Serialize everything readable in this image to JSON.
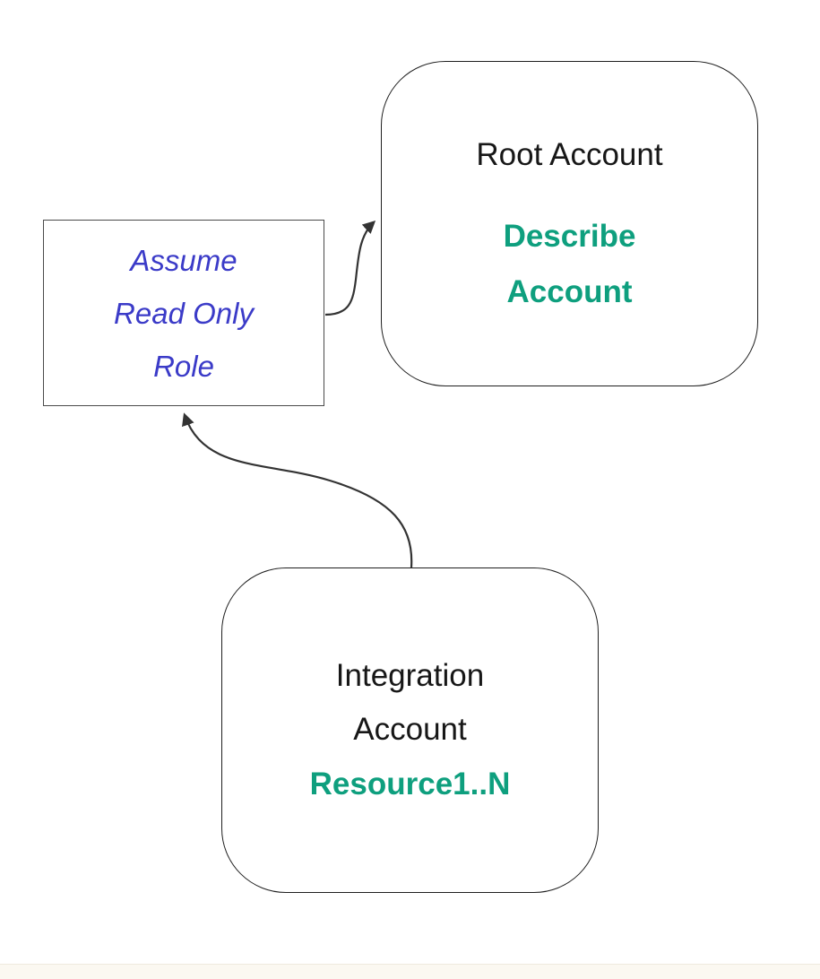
{
  "diagram": {
    "nodes": {
      "root_account": {
        "title": "Root Account",
        "action": "Describe Account"
      },
      "assume_role": {
        "label": "Assume Read Only Role"
      },
      "integration_account": {
        "title": "Integration Account",
        "action": "Resource1..N"
      }
    },
    "connectors": [
      {
        "name": "assume-to-root",
        "from": "assume_role",
        "to": "root_account"
      },
      {
        "name": "integration-to-assume",
        "from": "integration_account",
        "to": "assume_role"
      }
    ],
    "colors": {
      "action_text": "#0e9f7e",
      "role_text": "#3b3bc8",
      "connector_stroke": "#333333"
    }
  }
}
